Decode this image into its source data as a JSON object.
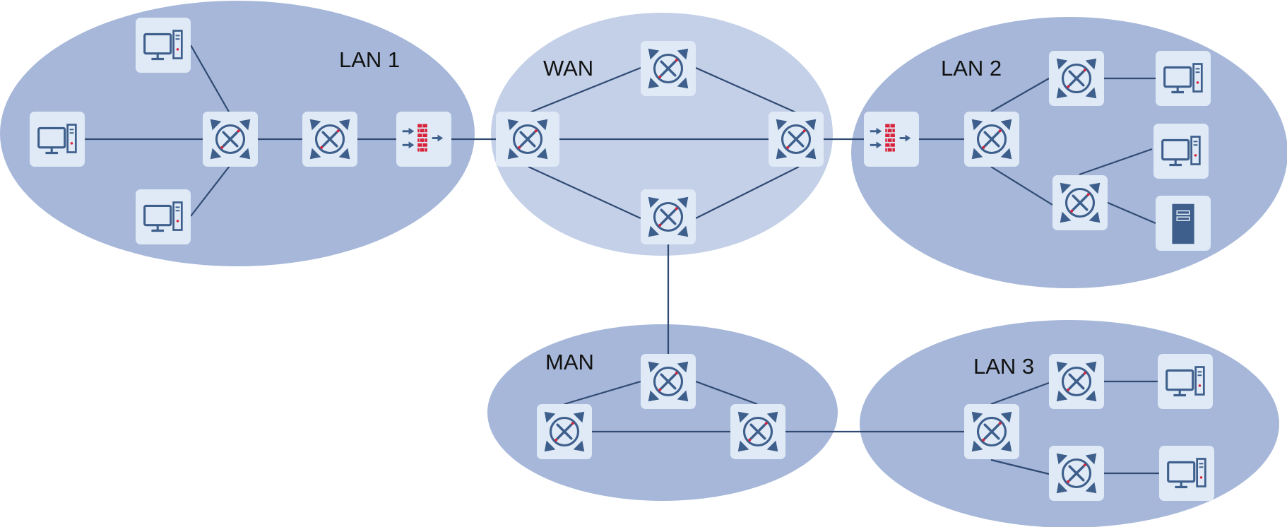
{
  "diagram": {
    "labels": {
      "lan1": "LAN 1",
      "wan": "WAN",
      "lan2": "LAN 2",
      "man": "MAN",
      "lan3": "LAN 3"
    },
    "icons": {
      "router": "router-icon",
      "computer": "computer-icon",
      "firewall": "firewall-icon",
      "server": "server-icon"
    },
    "colors": {
      "lan_zone": "#a6b7d9",
      "wan_zone": "#c3d0e8",
      "tile": "#dfeaf6",
      "icon": "#3e5f8c",
      "link": "#304a72",
      "firewall_accent": "#d8223b"
    }
  }
}
